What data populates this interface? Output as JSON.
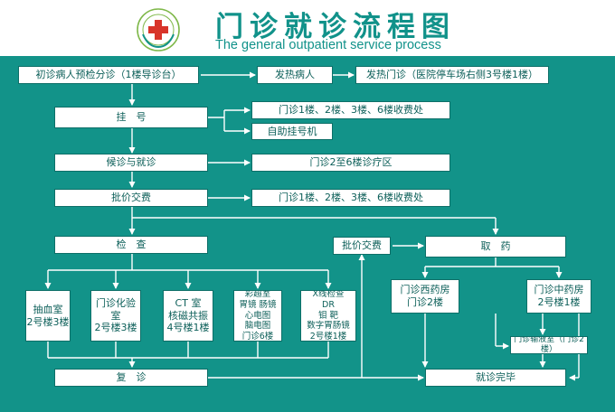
{
  "header": {
    "title": "门诊就诊流程图",
    "subtitle": "The general outpatient service process",
    "logo_text": "红十字"
  },
  "colors": {
    "panel": "#129389",
    "title": "#11928a",
    "box_text": "#0c5f59",
    "line": "#ffffff",
    "logo_cross": "#d8342a"
  },
  "steps": {
    "triage": "初诊病人预检分诊（1楼导诊台）",
    "fever": "发热病人",
    "fever_clinic": "发热门诊（医院停车场右侧3号楼1楼）",
    "register": "挂　号",
    "reg_window": "门诊1楼、2楼、3楼、6楼收费处",
    "self_reg": "自助挂号机",
    "wait": "候诊与就诊",
    "wait_area": "门诊2至6楼诊疗区",
    "pay": "批价交费",
    "pay_window": "门诊1楼、2楼、3楼、6楼收费处",
    "exam": "检　查",
    "pay2": "批价交费",
    "pickup": "取　药",
    "blood": "抽血室\n2号楼3楼",
    "lab": "门诊化验室\n2号楼3楼",
    "ct": "CT 室\n核磁共振\n4号楼1楼",
    "ultra": "彩超室\n胃镜 肠镜\n心电图\n脑电图\n门诊6楼",
    "xray": "X线检查\nDR\n钼 靶\n数字胃肠镜\n2号楼1楼",
    "west_pharmacy": "门诊西药房\n门诊2楼",
    "tcm_pharmacy": "门诊中药房\n2号楼1楼",
    "infusion": "门诊输液室（门诊2楼）",
    "revisit": "复　诊",
    "done": "就诊完毕"
  }
}
